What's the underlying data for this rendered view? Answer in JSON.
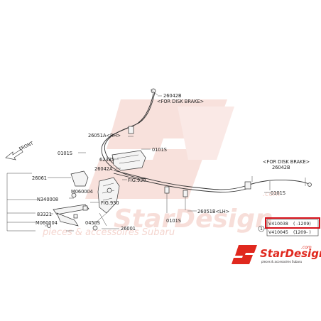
{
  "labels": {
    "l26042b_top": "26042B",
    "for_disk_top": "<FOR DISK BRAKE>",
    "l26051a": "26051A<RH>",
    "l0101s_a": "0101S",
    "l0101s_b": "0101S",
    "l62385": "62385",
    "l26042a": "26042A",
    "for_disk_right": "<FOR DISK BRAKE>",
    "l26042b_right": "26042B",
    "front": "FRONT",
    "l26061": "26061",
    "fig930_a": "FIG.930",
    "m060004_a": "M060004",
    "n340008": "N340008",
    "fig930_b": "FIG.930",
    "l83321": "83321",
    "m060004_b": "M060004",
    "l0450s": "0450S",
    "l26001": "26001",
    "l0101s_c": "0101S",
    "l26051b": "26051B<LH>",
    "circle_1": "1",
    "v_row1_code": "V410038",
    "v_row1_range": "( -1209)",
    "v_row2_code": "V410045",
    "v_row2_range": "(1209- )"
  },
  "watermark": {
    "brand_main": "StarDesign",
    "brand_com": ".com",
    "brand_tagline": "pieces & accessoires Subaru",
    "logo_brand": "StarDesign",
    "logo_com": ".com",
    "logo_tagline": "pieces & accessoires Subaru"
  },
  "colors": {
    "highlight": "#d6111a",
    "watermark": "#f3c9c0",
    "logo_red": "#e0281e",
    "logo_dark": "#231f20"
  }
}
